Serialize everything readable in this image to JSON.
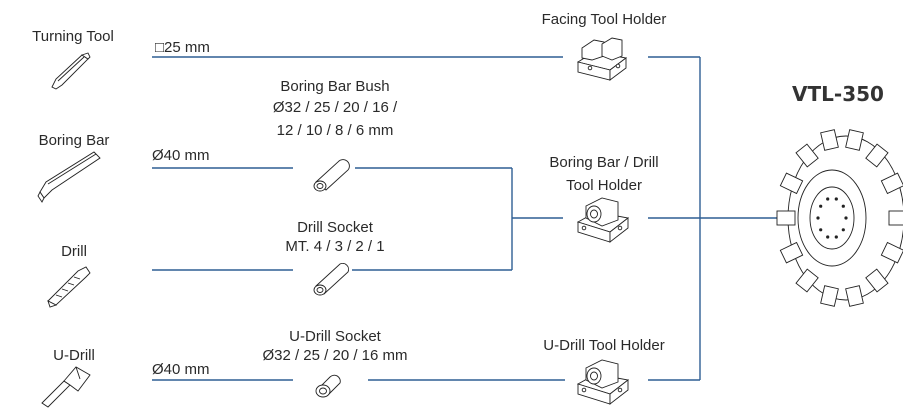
{
  "title": "VTL-350",
  "tools": {
    "turning": "Turning Tool",
    "boring": "Boring Bar",
    "drill": "Drill",
    "udrill": "U-Drill"
  },
  "sizes": {
    "turning": "□25 mm",
    "boring": "Ø40 mm",
    "udrill": "Ø40 mm"
  },
  "adapters": {
    "bush_title": "Boring Bar Bush",
    "bush_line1": "Ø32 / 25 / 20 / 16 /",
    "bush_line2": "12 / 10 / 8 / 6 mm",
    "drill_title": "Drill Socket",
    "drill_line1": "MT. 4 / 3 / 2 / 1",
    "udrill_title": "U-Drill Socket",
    "udrill_line1": "Ø32 / 25 / 20 / 16 mm"
  },
  "holders": {
    "facing": "Facing Tool Holder",
    "boring_line1": "Boring Bar / Drill",
    "boring_line2": "Tool Holder",
    "udrill": "U-Drill Tool Holder"
  },
  "colors": {
    "connector": "#2f5f94",
    "text": "#2a2a2a"
  }
}
